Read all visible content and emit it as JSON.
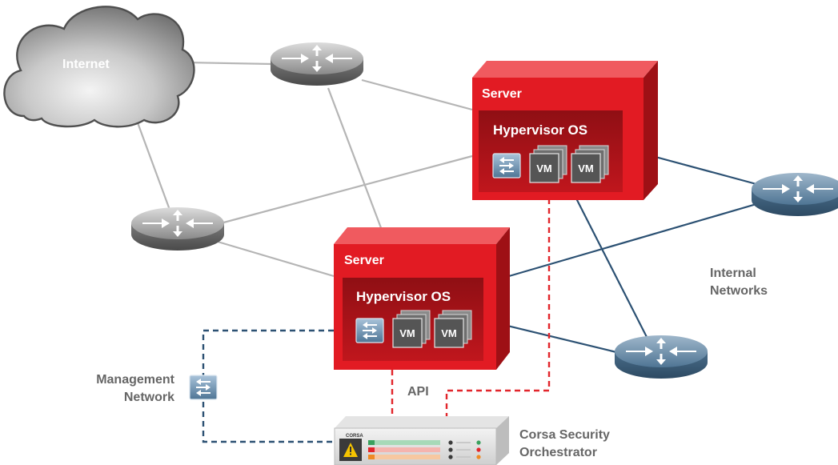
{
  "cloud": {
    "label": "Internet"
  },
  "servers": [
    {
      "id": "server-top",
      "label": "Server",
      "hypervisor_label": "Hypervisor OS",
      "vm_labels": [
        "VM",
        "VM"
      ]
    },
    {
      "id": "server-bottom",
      "label": "Server",
      "hypervisor_label": "Hypervisor OS",
      "vm_labels": [
        "VM",
        "VM"
      ]
    }
  ],
  "labels": {
    "internal_networks": [
      "Internal",
      "Networks"
    ],
    "management_network": [
      "Management",
      "Network"
    ],
    "api": "API",
    "orchestrator": [
      "Corsa Security",
      "Orchestrator"
    ],
    "device_brand": "CORSA"
  },
  "colors": {
    "server_red": "#e21b23",
    "server_dark": "#9e1015",
    "hypervisor_bg": "#a51217",
    "vm_gray": "#555555",
    "router_gray": "#8c8c8c",
    "router_blue": "#4f7594",
    "line_gray": "#b5b5b5",
    "line_blue": "#2c5173",
    "dash_red": "#e2252b",
    "dash_blue": "#2c5173",
    "label_gray": "#666666"
  }
}
